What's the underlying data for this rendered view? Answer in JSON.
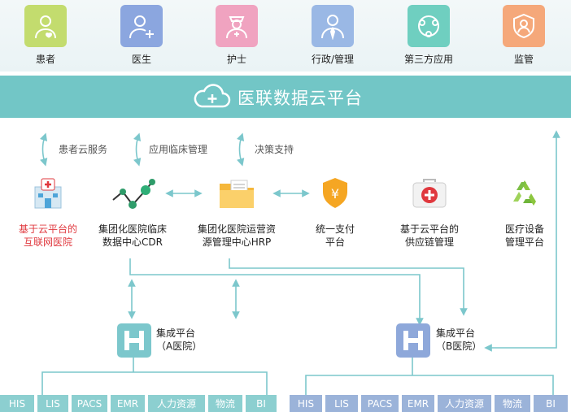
{
  "roles": [
    "患者",
    "医生",
    "护士",
    "行政/管理",
    "第三方应用",
    "监管"
  ],
  "platform_title": "医联数据云平台",
  "services": [
    "患者云服务",
    "应用临床管理",
    "决策支持"
  ],
  "modules": [
    {
      "line1": "基于云平台的",
      "line2": "互联网医院"
    },
    {
      "line1": "集团化医院临床",
      "line2": "数据中心CDR"
    },
    {
      "line1": "集团化医院运营资",
      "line2": "源管理中心HRP"
    },
    {
      "line1": "统一支付",
      "line2": "平台"
    },
    {
      "line1": "基于云平台的",
      "line2": "供应链管理"
    },
    {
      "line1": "医疗设备",
      "line2": "管理平台"
    }
  ],
  "hub_a": {
    "line1": "集成平台",
    "line2": "（A医院）"
  },
  "hub_b": {
    "line1": "集成平台",
    "line2": "（B医院）"
  },
  "systems_a": [
    "HIS",
    "LIS",
    "PACS",
    "EMR",
    "人力资源",
    "物流",
    "BI"
  ],
  "systems_b": [
    "HIS",
    "LIS",
    "PACS",
    "EMR",
    "人力资源",
    "物流",
    "BI"
  ],
  "colors": {
    "teal": "#72c6c6",
    "red": "#e0383e",
    "hub_a": "#8ccfd0",
    "hub_b": "#9bb3d9"
  }
}
